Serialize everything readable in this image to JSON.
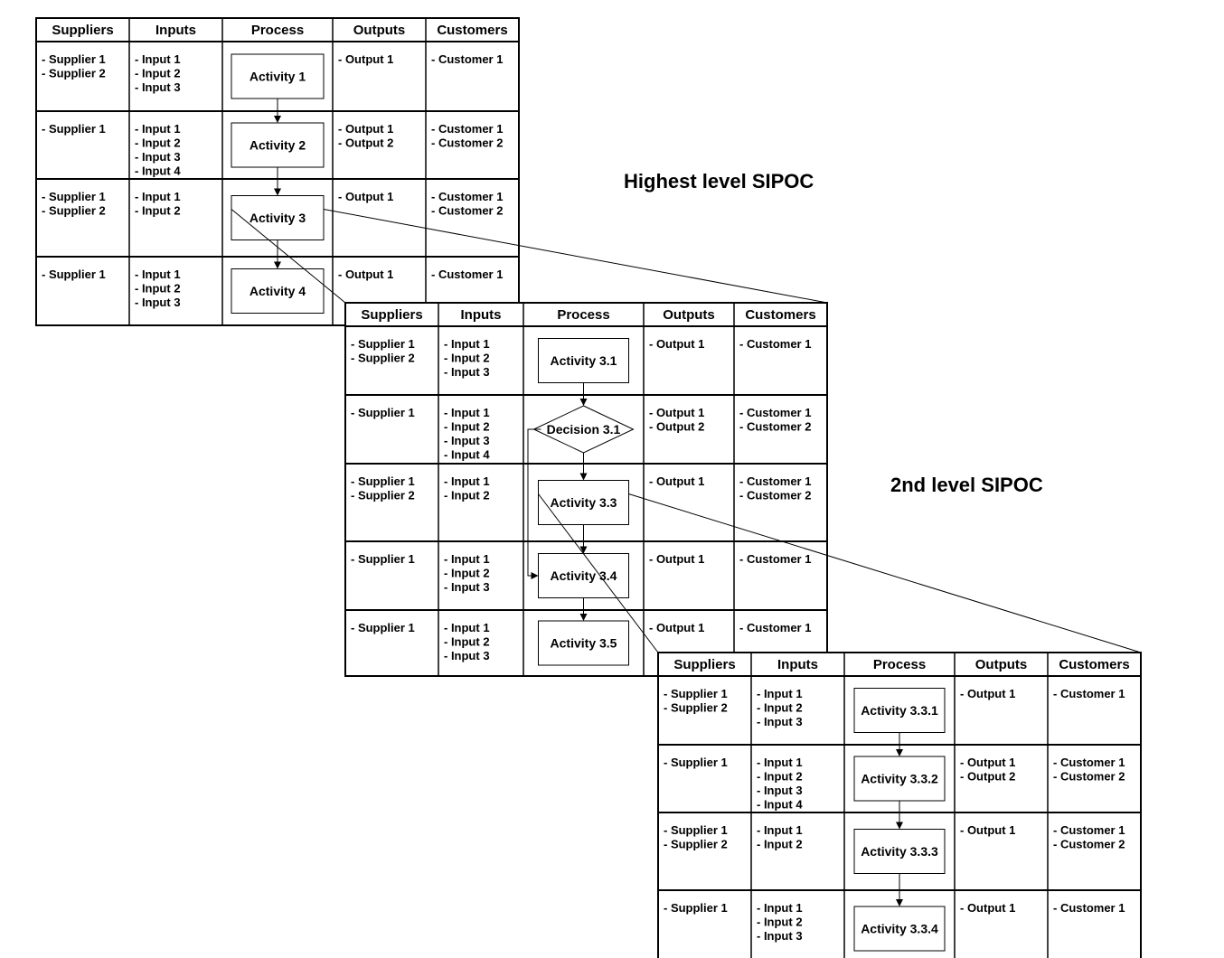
{
  "labels": {
    "highest": "Highest level SIPOC",
    "second": "2nd level SIPOC"
  },
  "tables": [
    {
      "id": "sipoc-level-1",
      "headers": [
        "Suppliers",
        "Inputs",
        "Process",
        "Outputs",
        "Customers"
      ],
      "rows": [
        {
          "suppliers": [
            "- Supplier 1",
            "- Supplier 2"
          ],
          "inputs": [
            "- Input 1",
            "- Input 2",
            "- Input 3"
          ],
          "process": {
            "shape": "rect",
            "label": "Activity 1"
          },
          "outputs": [
            "- Output 1"
          ],
          "customers": [
            "- Customer 1"
          ]
        },
        {
          "suppliers": [
            "- Supplier 1"
          ],
          "inputs": [
            "- Input 1",
            "- Input 2",
            "- Input 3",
            "- Input 4"
          ],
          "process": {
            "shape": "rect",
            "label": "Activity 2"
          },
          "outputs": [
            "- Output 1",
            "- Output 2"
          ],
          "customers": [
            "- Customer 1",
            "- Customer 2"
          ]
        },
        {
          "suppliers": [
            "- Supplier 1",
            "- Supplier 2"
          ],
          "inputs": [
            "- Input 1",
            "- Input 2"
          ],
          "process": {
            "shape": "rect",
            "label": "Activity 3"
          },
          "outputs": [
            "- Output 1"
          ],
          "customers": [
            "- Customer 1",
            "- Customer 2"
          ]
        },
        {
          "suppliers": [
            "- Supplier 1"
          ],
          "inputs": [
            "- Input 1",
            "- Input 2",
            "- Input 3"
          ],
          "process": {
            "shape": "rect",
            "label": "Activity 4"
          },
          "outputs": [
            "- Output 1"
          ],
          "customers": [
            "- Customer 1"
          ]
        }
      ]
    },
    {
      "id": "sipoc-level-2",
      "headers": [
        "Suppliers",
        "Inputs",
        "Process",
        "Outputs",
        "Customers"
      ],
      "rows": [
        {
          "suppliers": [
            "- Supplier 1",
            "- Supplier 2"
          ],
          "inputs": [
            "- Input 1",
            "- Input 2",
            "- Input 3"
          ],
          "process": {
            "shape": "rect",
            "label": "Activity 3.1"
          },
          "outputs": [
            "- Output 1"
          ],
          "customers": [
            "- Customer 1"
          ]
        },
        {
          "suppliers": [
            "- Supplier 1"
          ],
          "inputs": [
            "- Input 1",
            "- Input 2",
            "- Input 3",
            "- Input 4"
          ],
          "process": {
            "shape": "diamond",
            "label": "Decision 3.1"
          },
          "outputs": [
            "- Output 1",
            "- Output 2"
          ],
          "customers": [
            "- Customer 1",
            "- Customer 2"
          ]
        },
        {
          "suppliers": [
            "- Supplier 1",
            "- Supplier 2"
          ],
          "inputs": [
            "- Input 1",
            "- Input 2"
          ],
          "process": {
            "shape": "rect",
            "label": "Activity 3.3"
          },
          "outputs": [
            "- Output 1"
          ],
          "customers": [
            "- Customer 1",
            "- Customer 2"
          ]
        },
        {
          "suppliers": [
            "- Supplier 1"
          ],
          "inputs": [
            "- Input 1",
            "- Input 2",
            "- Input 3"
          ],
          "process": {
            "shape": "rect",
            "label": "Activity 3.4"
          },
          "outputs": [
            "- Output 1"
          ],
          "customers": [
            "- Customer 1"
          ]
        },
        {
          "suppliers": [
            "- Supplier 1"
          ],
          "inputs": [
            "- Input 1",
            "- Input 2",
            "- Input 3"
          ],
          "process": {
            "shape": "rect",
            "label": "Activity 3.5"
          },
          "outputs": [
            "- Output 1"
          ],
          "customers": [
            "- Customer 1"
          ]
        }
      ]
    },
    {
      "id": "sipoc-level-3",
      "headers": [
        "Suppliers",
        "Inputs",
        "Process",
        "Outputs",
        "Customers"
      ],
      "rows": [
        {
          "suppliers": [
            "- Supplier 1",
            "- Supplier 2"
          ],
          "inputs": [
            "- Input 1",
            "- Input 2",
            "- Input 3"
          ],
          "process": {
            "shape": "rect",
            "label": "Activity 3.3.1"
          },
          "outputs": [
            "- Output 1"
          ],
          "customers": [
            "- Customer 1"
          ]
        },
        {
          "suppliers": [
            "- Supplier 1"
          ],
          "inputs": [
            "- Input 1",
            "- Input 2",
            "- Input 3",
            "- Input 4"
          ],
          "process": {
            "shape": "rect",
            "label": "Activity 3.3.2"
          },
          "outputs": [
            "- Output 1",
            "- Output 2"
          ],
          "customers": [
            "- Customer 1",
            "- Customer 2"
          ]
        },
        {
          "suppliers": [
            "- Supplier 1",
            "- Supplier 2"
          ],
          "inputs": [
            "- Input 1",
            "- Input 2"
          ],
          "process": {
            "shape": "rect",
            "label": "Activity 3.3.3"
          },
          "outputs": [
            "- Output 1"
          ],
          "customers": [
            "- Customer 1",
            "- Customer 2"
          ]
        },
        {
          "suppliers": [
            "- Supplier 1"
          ],
          "inputs": [
            "- Input 1",
            "- Input 2",
            "- Input 3"
          ],
          "process": {
            "shape": "rect",
            "label": "Activity 3.3.4"
          },
          "outputs": [
            "- Output 1"
          ],
          "customers": [
            "- Customer 1"
          ]
        }
      ]
    }
  ]
}
